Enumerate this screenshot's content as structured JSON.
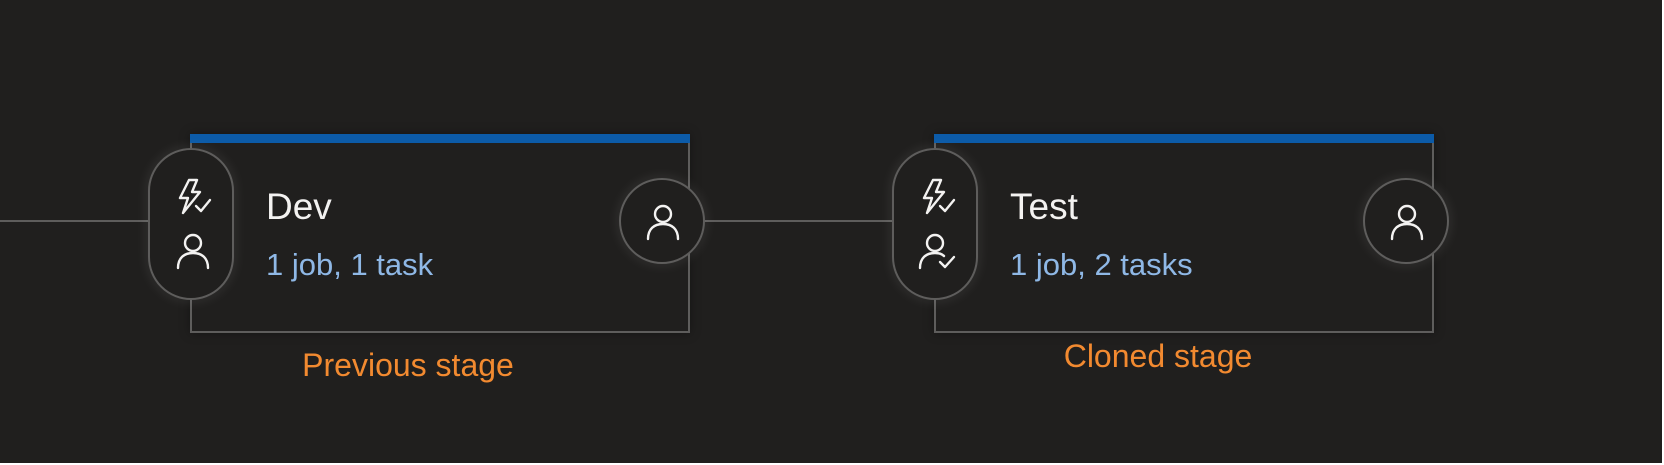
{
  "stages": [
    {
      "name": "Dev",
      "summary": "1 job, 1 task",
      "pre_icons": [
        "lightning-check-icon",
        "person-icon"
      ],
      "post_icon": "person-icon"
    },
    {
      "name": "Test",
      "summary": "1 job, 2 tasks",
      "pre_icons": [
        "lightning-check-icon",
        "person-check-icon"
      ],
      "post_icon": "person-icon"
    }
  ],
  "annotations": {
    "previous": "Previous stage",
    "cloned": "Cloned stage"
  },
  "colors": {
    "background": "#201f1e",
    "accent_bar": "#0c5ba8",
    "border": "#5e5d5c",
    "summary_link": "#8fb8e6",
    "annotation": "#f28a30"
  }
}
